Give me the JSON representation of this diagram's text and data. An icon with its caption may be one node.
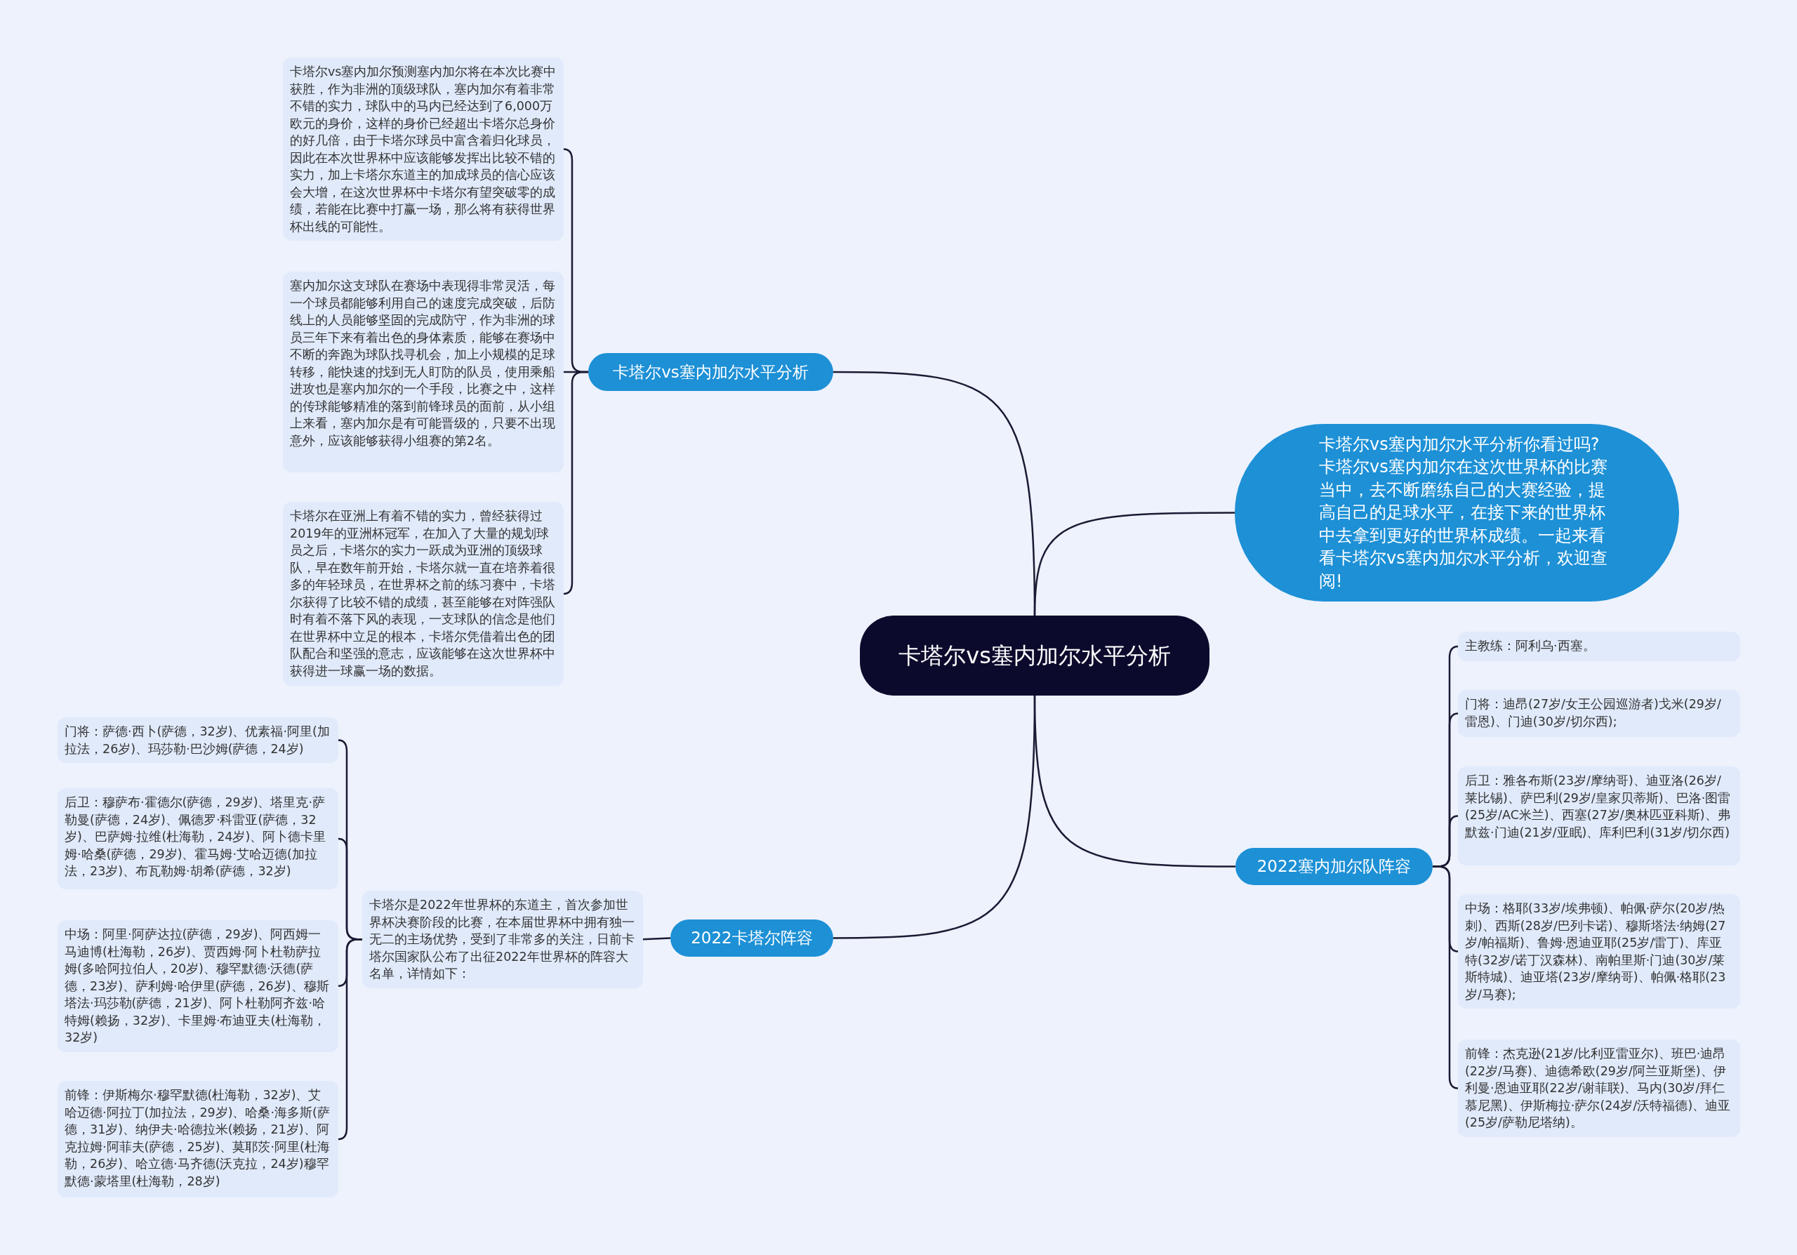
{
  "diagram": {
    "nodes": [
      {
        "text": [
          "卡塔尔vs塞内加尔水平分析"
        ]
      },
      {
        "text": [
          "卡塔尔vs塞内加尔水平分析"
        ]
      },
      {
        "text": [
          "卡塔尔vs塞内加尔预测塞内加尔将在本次比赛中获胜，作为非洲的顶级球队，塞内加尔有着非常不错的实力，球队中的马内已经达到了6,000万欧元的身价，这样的身价已经超出卡塔尔总身价的好几倍，由于卡塔尔球员中富含着归化球员，因此在本次世界杯中应该能够发挥出比较不错的实力，加上卡塔尔东道主的加成球员的信心应该会大增，在这次世界杯中卡塔尔有望突破零的成绩，若能在比赛中打赢一场，那么将有获得世界杯出线的可能性。"
        ]
      },
      {
        "text": [
          "塞内加尔这支球队在赛场中表现得非常灵活，每一个球员都能够利用自己的速度完成突破，后防线上的人员能够坚固的完成防守，作为非洲的球员三年下来有着出色的身体素质，能够在赛场中不断的奔跑为球队找寻机会，加上小规模的足球转移，能快速的找到无人盯防的队员，使用乘船进攻也是塞内加尔的一个手段，比赛之中，这样的传球能够精准的落到前锋球员的面前，从小组上来看，塞内加尔是有可能晋级的，只要不出现意外，应该能够获得小组赛的第2名。"
        ]
      },
      {
        "text": [
          "卡塔尔在亚洲上有着不错的实力，曾经获得过2019年的亚洲杯冠军，在加入了大量的规划球员之后，卡塔尔的实力一跃成为亚洲的顶级球队，早在数年前开始，卡塔尔就一直在培养着很多的年轻球员，在世界杯之前的练习赛中，卡塔尔获得了比较不错的成绩，甚至能够在对阵强队时有着不落下风的表现，一支球队的信念是他们在世界杯中立足的根本，卡塔尔凭借着出色的团队配合和坚强的意志，应该能够在这次世界杯中获得进一球赢一场的数据。"
        ]
      },
      {
        "text": [
          "卡塔尔vs塞内加尔水平分析你看过吗?卡塔尔vs塞内加尔在这次世界杯的比赛当中，去不断磨练自己的大赛经验，提高自己的足球水平，在接下来的世界杯中去拿到更好的世界杯成绩。一起来看看卡塔尔vs塞内加尔水平分析，欢迎查阅!"
        ]
      },
      {
        "text": [
          "2022卡塔尔阵容"
        ]
      },
      {
        "text": [
          "卡塔尔是2022年世界杯的东道主，首次参加世界杯决赛阶段的比赛，在本届世界杯中拥有独一无二的主场优势，受到了非常多的关注，日前卡塔尔国家队公布了出征2022年世界杯的阵容大名单，详情如下："
        ]
      },
      {
        "text": [
          "门将：萨德·西卜(萨德，32岁)、优素福·阿里(加拉法，26岁)、玛莎勒·巴沙姆(萨德，24岁)"
        ]
      },
      {
        "text": [
          "后卫：穆萨布·霍德尔(萨德，29岁)、塔里克·萨勒曼(萨德，24岁)、佩德罗·科雷亚(萨德，32岁)、巴萨姆·拉维(杜海勒，24岁)、阿卜德卡里姆·哈桑(萨德，29岁)、霍马姆·艾哈迈德(加拉法，23岁)、布瓦勒姆·胡希(萨德，32岁)"
        ]
      },
      {
        "text": [
          "中场：阿里·阿萨达拉(萨德，29岁)、阿西姆一马迪博(杜海勒，26岁)、贾西姆·阿卜杜勒萨拉姆(多哈阿拉伯人，20岁)、穆罕默德·沃德(萨德，23岁)、萨利姆·哈伊里(萨德，26岁)、穆斯塔法·玛莎勒(萨德，21岁)、阿卜杜勒阿齐兹·哈特姆(赖扬，32岁)、卡里姆·布迪亚夫(杜海勒，32岁)"
        ]
      },
      {
        "text": [
          "前锋：伊斯梅尔·穆罕默德(杜海勒，32岁)、艾哈迈德·阿拉丁(加拉法，29岁)、哈桑·海多斯(萨德，31岁)、纳伊夫·哈德拉米(赖扬，21岁)、阿克拉姆·阿菲夫(萨德，25岁)、莫耶茨·阿里(杜海勒，26岁)、哈立德·马齐德(沃克拉，24岁)穆罕默德·蒙塔里(杜海勒，28岁)"
        ]
      },
      {
        "text": [
          "2022塞内加尔队阵容"
        ]
      },
      {
        "text": [
          "主教练：阿利乌·西塞。"
        ]
      },
      {
        "text": [
          "门将：迪昂(27岁/女王公园巡游者)戈米(29岁/雷恩)、门迪(30岁/切尔西);"
        ]
      },
      {
        "text": [
          "后卫：雅各布斯(23岁/摩纳哥)、迪亚洛(26岁/莱比锡)、萨巴利(29岁/皇家贝蒂斯)、巴洛·图雷(25岁/AC米兰)、西塞(27岁/奥林匹亚科斯)、弗默兹·门迪(21岁/亚眠)、库利巴利(31岁/切尔西)"
        ]
      },
      {
        "text": [
          "中场：格耶(33岁/埃弗顿)、帕佩·萨尔(20岁/热刺)、西斯(28岁/巴列卡诺)、穆斯塔法·纳姆(27岁/帕福斯)、鲁姆·恩迪亚耶(25岁/雷丁)、库亚特(32岁/诺丁汉森林)、南帕里斯·门迪(30岁/莱斯特城)、迪亚塔(23岁/摩纳哥)、帕佩·格耶(23岁/马赛);"
        ]
      },
      {
        "text": [
          "前锋：杰克逊(21岁/比利亚雷亚尔)、班巴·迪昂(22岁/马赛)、迪德希欧(29岁/阿兰亚斯堡)、伊利曼·恩迪亚耶(22岁/谢菲联)、马内(30岁/拜仁慕尼黑)、伊斯梅拉·萨尔(24岁/沃特福德)、迪亚(25岁/萨勒尼塔纳)。"
        ]
      }
    ],
    "edges": [
      {
        "from": 0,
        "to": 1,
        "arrow": "none"
      },
      {
        "from": 1,
        "to": 2,
        "arrow": "none"
      },
      {
        "from": 1,
        "to": 3,
        "arrow": "none"
      },
      {
        "from": 1,
        "to": 4,
        "arrow": "none"
      },
      {
        "from": 0,
        "to": 5,
        "arrow": "none"
      },
      {
        "from": 0,
        "to": 6,
        "arrow": "none"
      },
      {
        "from": 6,
        "to": 7,
        "arrow": "none"
      },
      {
        "from": 7,
        "to": 8,
        "arrow": "none"
      },
      {
        "from": 7,
        "to": 9,
        "arrow": "none"
      },
      {
        "from": 7,
        "to": 10,
        "arrow": "none"
      },
      {
        "from": 7,
        "to": 11,
        "arrow": "none"
      },
      {
        "from": 0,
        "to": 12,
        "arrow": "none"
      },
      {
        "from": 12,
        "to": 13,
        "arrow": "none"
      },
      {
        "from": 12,
        "to": 14,
        "arrow": "none"
      },
      {
        "from": 12,
        "to": 15,
        "arrow": "none"
      },
      {
        "from": 12,
        "to": 16,
        "arrow": "none"
      },
      {
        "from": 12,
        "to": 17,
        "arrow": "none"
      }
    ]
  }
}
